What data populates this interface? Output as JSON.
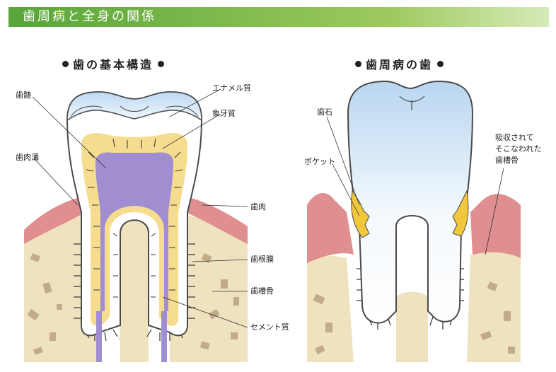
{
  "banner": {
    "title": "歯周病と全身の関係"
  },
  "left_diagram": {
    "title": "歯の基本構造",
    "labels": {
      "enamel": "エナメル質",
      "pulp": "歯髄",
      "dentin": "象牙質",
      "gingival_sulcus": "歯肉溝",
      "gum": "歯肉",
      "periodontal_ligament": "歯根膜",
      "alveolar_bone": "歯槽骨",
      "cementum": "セメント質"
    }
  },
  "right_diagram": {
    "title": "歯周病の歯",
    "labels": {
      "tartar": "歯石",
      "pocket": "ポケット",
      "absorbed_bone": [
        "吸収されて",
        "そこなわれた",
        "歯槽骨"
      ]
    }
  },
  "colors": {
    "banner": "#6fb046",
    "gum": "#e08f90",
    "bone": "#eee2bf",
    "bone_speckle": "#b29a78",
    "dentin": "#f6dc8e",
    "pulp": "#a08ed0",
    "enamel": "#cfe3f4",
    "tartar": "#f1c73c",
    "outline": "#4a4a4a"
  }
}
